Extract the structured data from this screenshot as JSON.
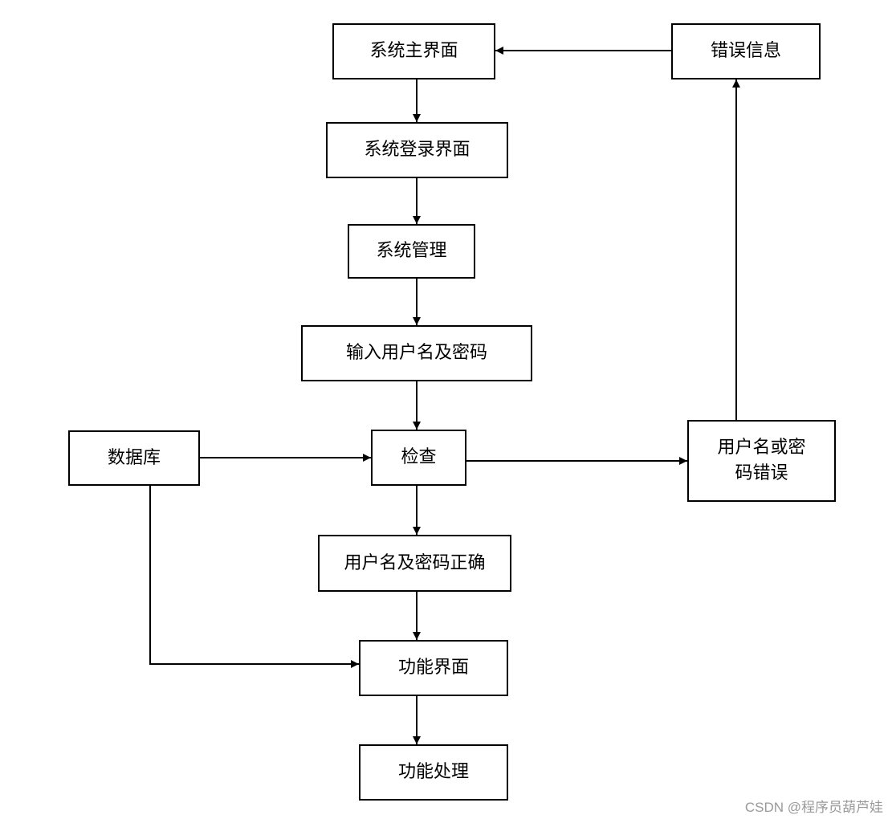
{
  "nodes": {
    "main": "系统主界面",
    "error_info": "错误信息",
    "login": "系统登录界面",
    "manage": "系统管理",
    "input": "输入用户名及密码",
    "database": "数据库",
    "check": "检查",
    "wrong_line1": "用户名或密",
    "wrong_line2": "码错误",
    "correct": "用户名及密码正确",
    "function_ui": "功能界面",
    "function_proc": "功能处理"
  },
  "watermark": "CSDN @程序员葫芦娃"
}
